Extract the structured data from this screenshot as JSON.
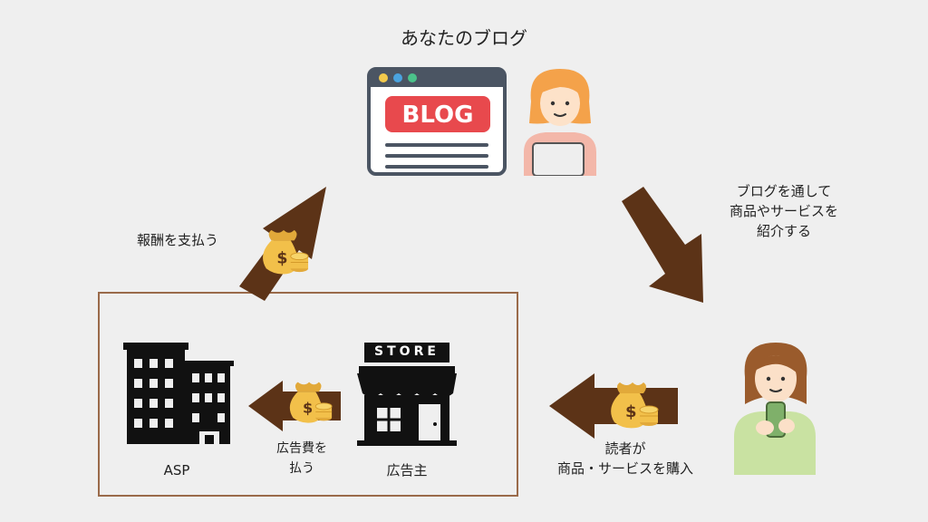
{
  "title": "あなたのブログ",
  "blog_sign": "BLOG",
  "store_sign": "STORE",
  "steps": {
    "introduce": [
      "ブログを通して",
      "商品やサービスを",
      "紹介する"
    ],
    "purchase": [
      "読者が",
      "商品・サービスを購入"
    ],
    "ad_fee": [
      "広告費を",
      "払う"
    ],
    "reward": "報酬を支払う"
  },
  "nodes": {
    "asp": "ASP",
    "advertiser": "広告主"
  },
  "colors": {
    "arrow": "#5c3317",
    "box_border": "#9a6a4a",
    "blog_red": "#e8494d",
    "window_frame": "#4b5563",
    "money_bag": "#f2c04a"
  }
}
